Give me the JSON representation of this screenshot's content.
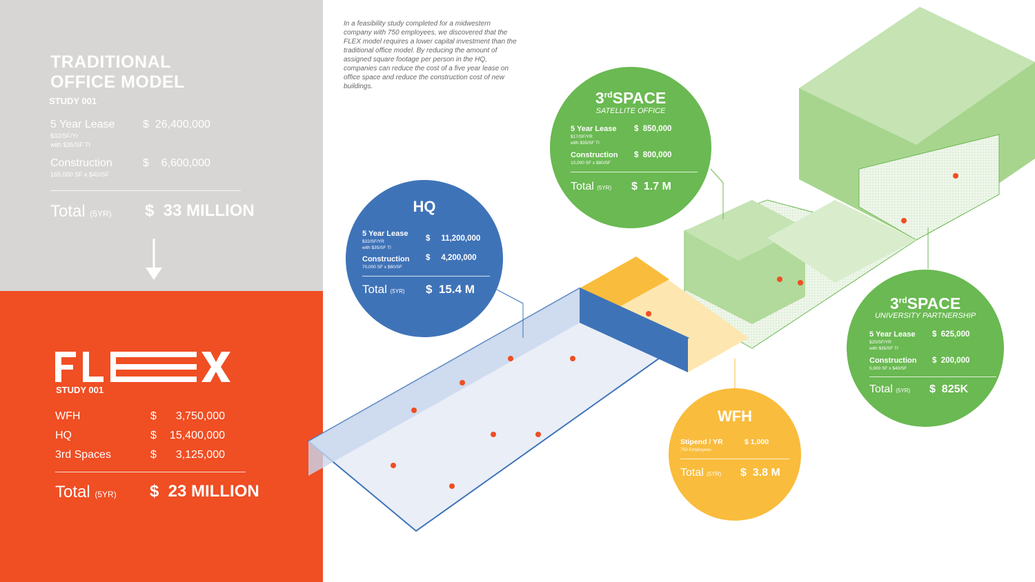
{
  "traditional": {
    "title_line1": "TRADITIONAL",
    "title_line2": "OFFICE MODEL",
    "study": "STUDY 001",
    "lease_label": "5 Year Lease",
    "lease_sub1": "$32/SF/Yr",
    "lease_sub2": "with $35/SF TI",
    "lease_value": "$  26,400,000",
    "construction_label": "Construction",
    "construction_sub": "165,000 SF x $40/SF",
    "construction_value": "$    6,600,000",
    "total_label": "Total",
    "total_period": "(5YR)",
    "total_value": "$  33 MILLION"
  },
  "flex": {
    "logo": "FLEX",
    "study": "STUDY 001",
    "rows": [
      {
        "label": "WFH",
        "currency": "$",
        "value": "3,750,000"
      },
      {
        "label": "HQ",
        "currency": "$",
        "value": "15,400,000"
      },
      {
        "label": "3rd Spaces",
        "currency": "$",
        "value": "3,125,000"
      }
    ],
    "total_label": "Total",
    "total_period": "(5YR)",
    "total_value": "$  23 MILLION"
  },
  "intro": "In a feasibility study completed for a midwestern company with 750 employees, we discovered that the FLEX model requires a lower capital investment than the traditional office model. By reducing the amount of assigned square footage per person in the HQ, companies can reduce the cost of a five year lease on office space and reduce the construction cost of new buildings.",
  "hq": {
    "title": "HQ",
    "lease_label": "5 Year Lease",
    "lease_sub1": "$32/SF/YR",
    "lease_sub2": "with $35/SF TI",
    "lease_value": "$     11,200,000",
    "construction_label": "Construction",
    "construction_sub": "70,000 SF x $60/SF",
    "construction_value": "$     4,200,000",
    "total_label": "Total",
    "total_period": "(5YR)",
    "total_value": "$  15.4 M"
  },
  "satellite": {
    "title_num": "3",
    "title_sup": "rd",
    "title_word": "SPACE",
    "subtitle": "SATELLITE OFFICE",
    "lease_label": "5 Year Lease",
    "lease_sub1": "$17/SF/YR",
    "lease_sub2": "with $35/SF TI",
    "lease_value": "$  850,000",
    "construction_label": "Construction",
    "construction_sub": "10,000 SF x $80/SF",
    "construction_value": "$  800,000",
    "total_label": "Total",
    "total_period": "(5YR)",
    "total_value": "$  1.7 M"
  },
  "university": {
    "title_num": "3",
    "title_sup": "rd",
    "title_word": "SPACE",
    "subtitle": "UNIVERSITY PARTNERSHIP",
    "lease_label": "5 Year Lease",
    "lease_sub1": "$25/SF/YR",
    "lease_sub2": "with $35/SF TI",
    "lease_value": "$  625,000",
    "construction_label": "Construction",
    "construction_sub": "5,000 SF x $40/SF",
    "construction_value": "$  200,000",
    "total_label": "Total",
    "total_period": "(5YR)",
    "total_value": "$  825K"
  },
  "wfh": {
    "title": "WFH",
    "stipend_label": "Stipend / YR",
    "stipend_sub": "750 Employees",
    "stipend_value": "$ 1,000",
    "total_label": "Total",
    "total_period": "(5YR)",
    "total_value": "$  3.8 M"
  },
  "colors": {
    "gray": "#d7d6d4",
    "orange": "#f04e23",
    "blue": "#3f73b8",
    "green": "#6ab952",
    "yellow": "#f9bc3c"
  }
}
